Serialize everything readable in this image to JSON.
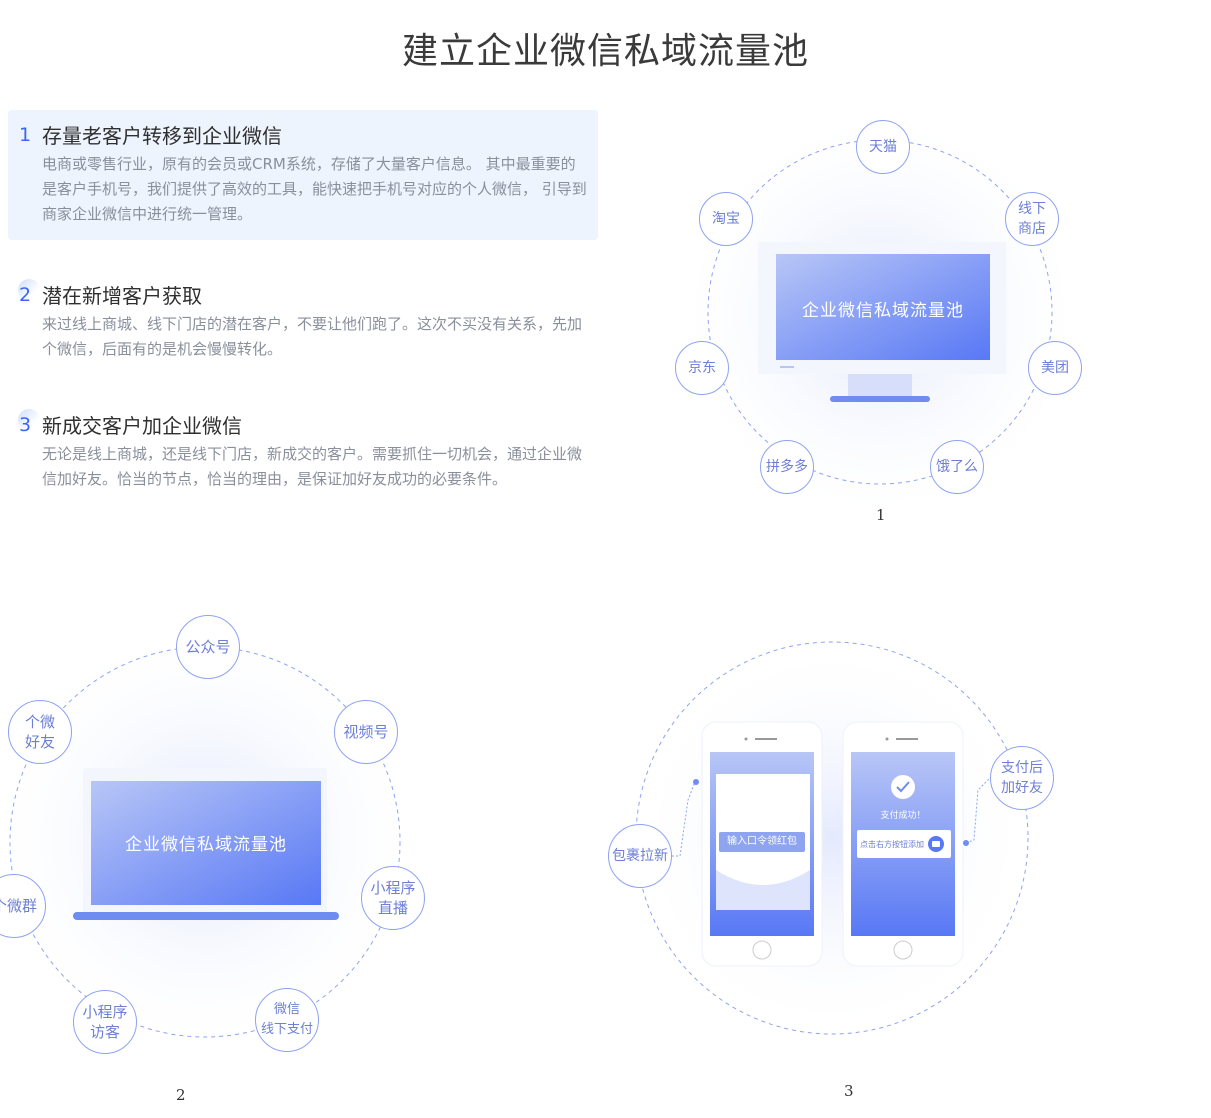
{
  "page": {
    "title": "建立企业微信私域流量池"
  },
  "items": [
    {
      "number": "1",
      "title": "存量老客户转移到企业微信",
      "desc": "电商或零售行业，原有的会员或CRM系统，存储了大量客户信息。 其中最重要的是客户手机号，我们提供了高效的工具，能快速把手机号对应的个人微信，  引导到商家企业微信中进行统一管理。"
    },
    {
      "number": "2",
      "title": "潜在新增客户获取",
      "desc": "来过线上商城、线下门店的潜在客户，不要让他们跑了。这次不买没有关系，先加个微信，后面有的是机会慢慢转化。"
    },
    {
      "number": "3",
      "title": "新成交客户加企业微信",
      "desc": "无论是线上商城，还是线下门店，新成交的客户。需要抓住一切机会，通过企业微信加好友。恰当的节点，恰当的理由，是保证加好友成功的必要条件。"
    }
  ],
  "figure1": {
    "caption": "1",
    "screen_text": "企业微信私域流量池",
    "bubbles": [
      "天猫",
      "线下\n商店",
      "美团",
      "饿了么",
      "拼多多",
      "京东",
      "淘宝"
    ]
  },
  "figure2": {
    "caption": "2",
    "screen_text": "企业微信私域流量池",
    "bubbles": [
      "公众号",
      "视频号",
      "小程序\n直播",
      "微信\n线下支付",
      "小程序\n访客",
      "个微群",
      "个微\n好友"
    ]
  },
  "figure3": {
    "caption": "3",
    "left_bubble": "包裹拉新",
    "right_bubble": "支付后\n加好友",
    "phone1_button": "输入口令领红包",
    "phone2_success": "支付成功！",
    "phone2_hint": "点击右方按钮添加"
  },
  "colors": {
    "accent": "#3b66f5",
    "bubble_border": "#8ea3f0",
    "bubble_text": "#6d7fd6"
  }
}
